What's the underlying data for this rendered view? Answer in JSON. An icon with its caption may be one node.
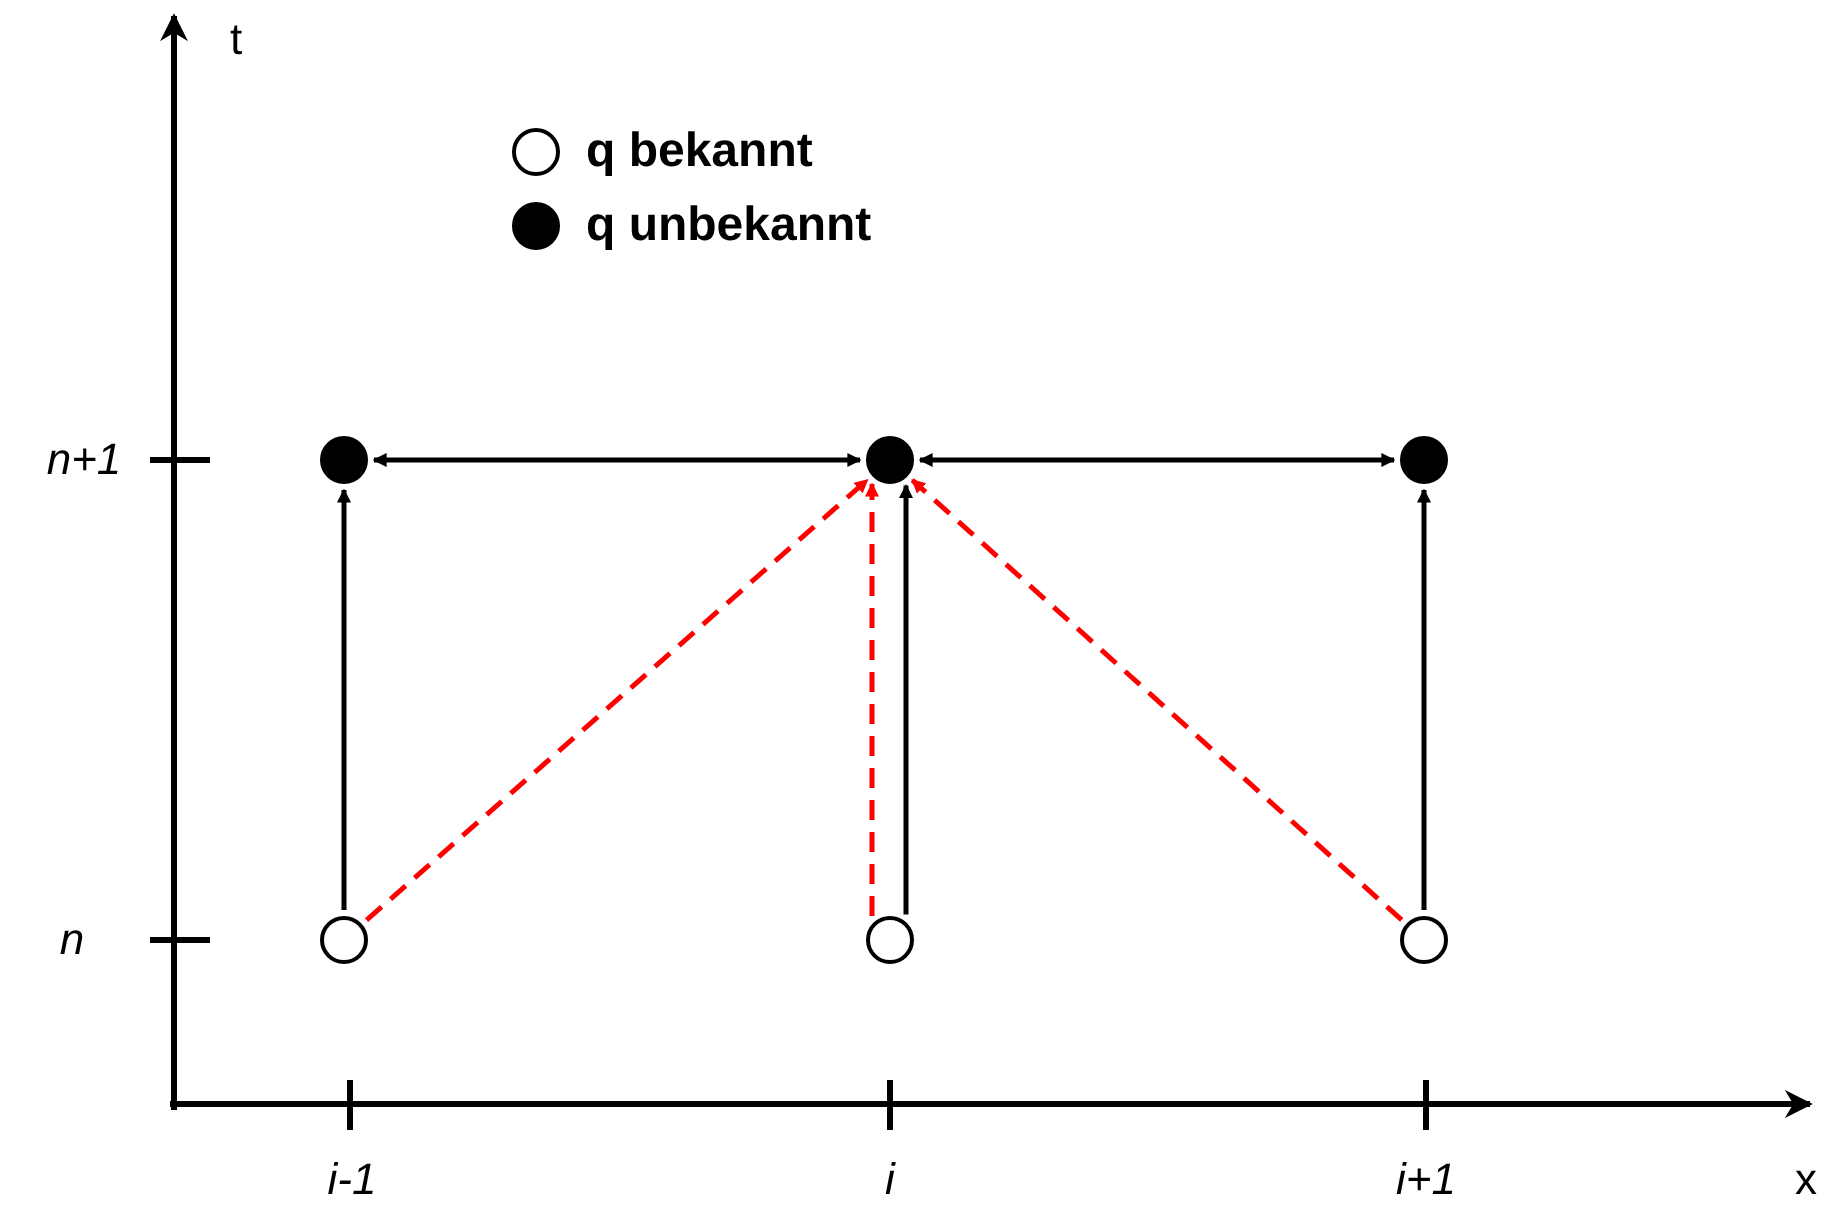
{
  "diagram": {
    "nodes": [
      {
        "text": [],
        "shape": "circle"
      },
      {
        "text": [],
        "shape": "circle"
      },
      {
        "text": [],
        "shape": "circle"
      },
      {
        "text": [],
        "shape": "dot"
      },
      {
        "text": [],
        "shape": "dot"
      },
      {
        "text": [],
        "shape": "dot"
      }
    ],
    "edges": [
      {
        "from": 0,
        "to": 3,
        "arrow": "to"
      },
      {
        "from": 1,
        "to": 4,
        "arrow": "to"
      },
      {
        "from": 2,
        "to": 5,
        "arrow": "to"
      },
      {
        "from": 3,
        "to": 4,
        "arrow": "both"
      },
      {
        "from": 4,
        "to": 5,
        "arrow": "both"
      },
      {
        "from": 0,
        "to": 4,
        "arrow": "to",
        "style": "dashed",
        "color": "#ff0000"
      },
      {
        "from": 1,
        "to": 4,
        "arrow": "to",
        "style": "dashed",
        "color": "#ff0000"
      },
      {
        "from": 2,
        "to": 4,
        "arrow": "to",
        "style": "dashed",
        "color": "#ff0000"
      }
    ],
    "labels": [
      "t",
      "n+1",
      "n",
      "i-1",
      "i",
      "i+1",
      "x"
    ],
    "legend": [
      {
        "text": "q bekannt"
      },
      {
        "text": "q unbekannt"
      }
    ]
  }
}
